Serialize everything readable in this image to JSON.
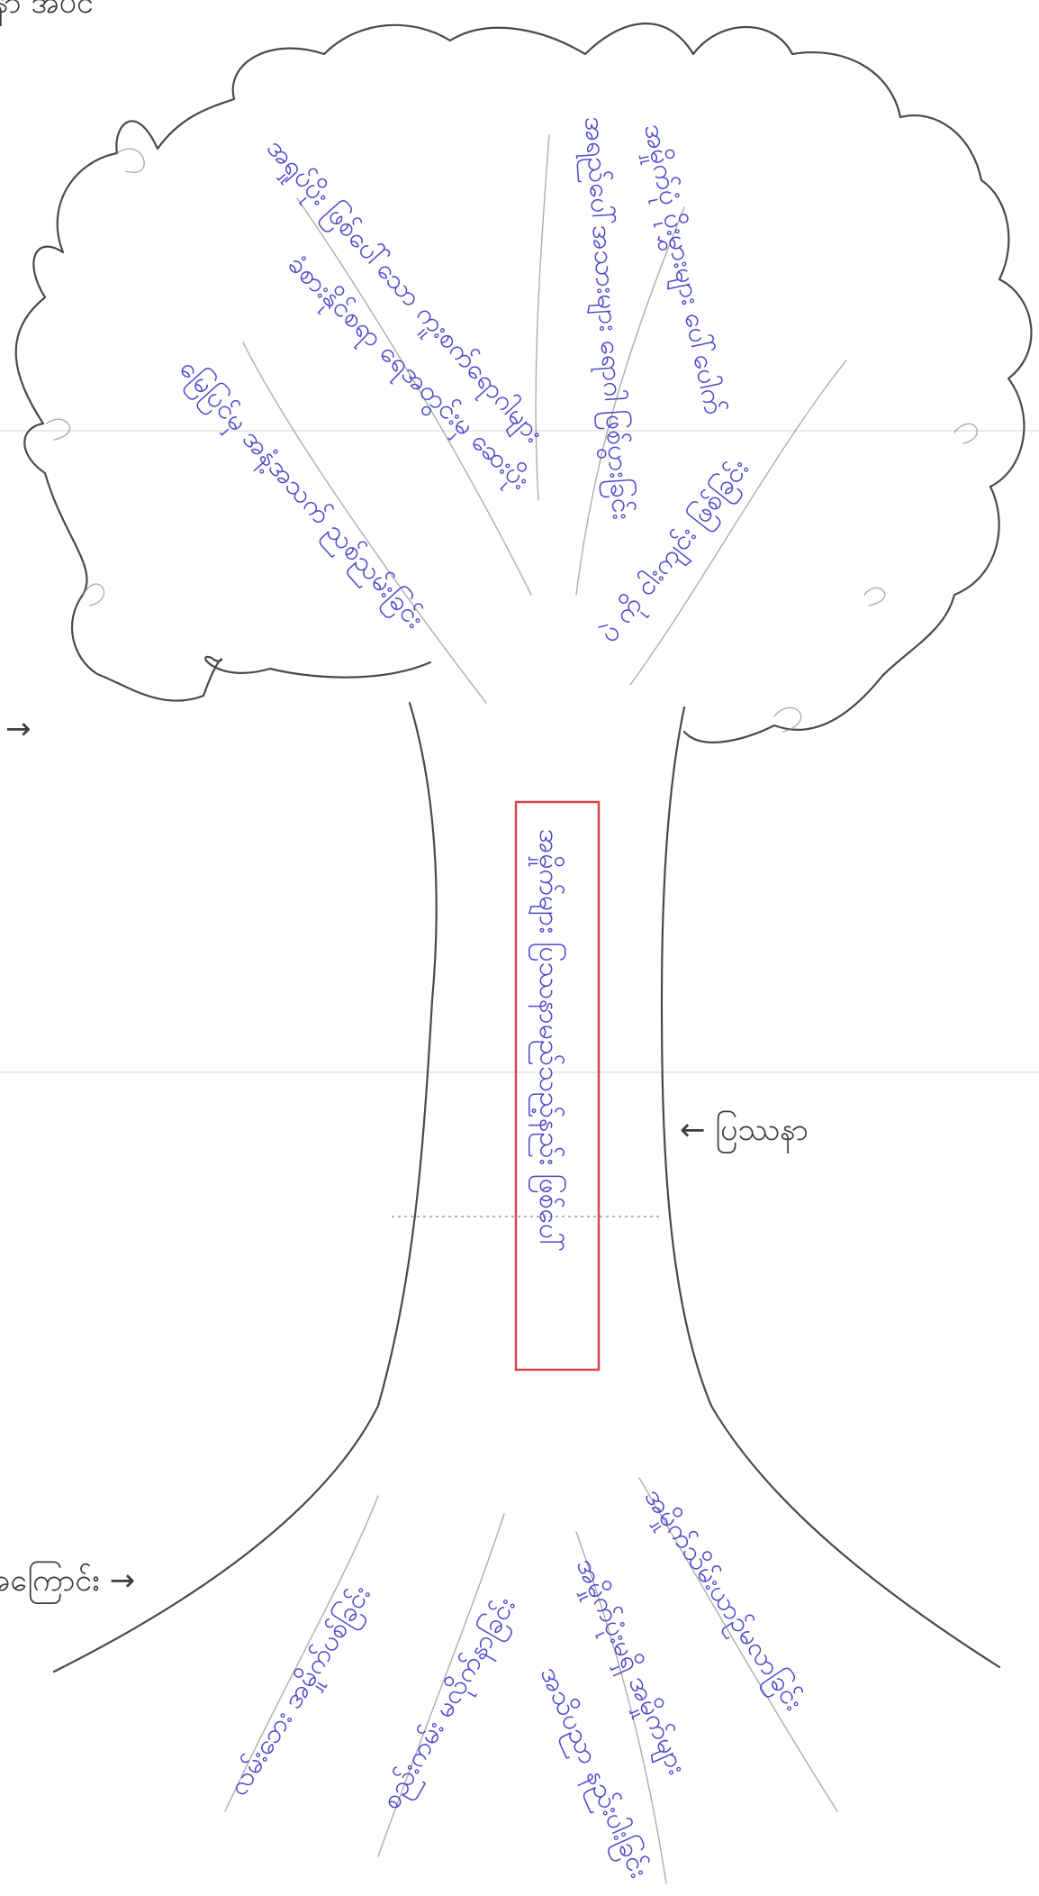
{
  "trunk": {
    "core_problem": "အမှိုက်များ ပြဿနာမည်သည့်နည်း ဖြစ်ပေါ်"
  },
  "annotations": {
    "trunk_arrow_label": "← ပြဿနာ",
    "top_left_fragment": "ပြဿနာ အပင်",
    "left_arrow_roots": "အကြောင်း →",
    "left_arrow_leaves": "→"
  },
  "effects": [
    {
      "id": "e1",
      "text": "အမှိုက်ပုံ ပိုးမွှားများ ပေါ်ပေါက်"
    },
    {
      "id": "e2",
      "text": "အရည်ပေါ်အသားများ ရောဂါ ဖြစ်ပွားခြင်း"
    },
    {
      "id": "e3",
      "text": "အရှုပ်ပိုး ဖြစ်ပေါ်သော ကူးစက်ရောဂါများ"
    },
    {
      "id": "e4",
      "text": "ခံစားနိုင်စရာ ရေအတွင်းမှ ဆေးပိုး"
    },
    {
      "id": "e5",
      "text": "မြေပြင်မှ အနံ့အသက် ညစ်ညမ်းခြင်း"
    },
    {
      "id": "e6",
      "text": "ပဲ ကို ငါးကျင်း ဖြစ်ခြင်း"
    }
  ],
  "causes": [
    {
      "id": "c1",
      "text": "လမ်းဘေး အမှိုက်ပစ်ခြင်း"
    },
    {
      "id": "c2",
      "text": "စည်းကမ်း မလိုက်နာခြင်း"
    },
    {
      "id": "c3",
      "text": "အမှိုက်ပုံးမရှိ အမှိုက်များ"
    },
    {
      "id": "c4",
      "text": "အသိပညာ နည်းပါးခြင်း"
    },
    {
      "id": "c5",
      "text": "အမှိုက်သိမ်းယာဉ်မလာခြင်း"
    }
  ]
}
